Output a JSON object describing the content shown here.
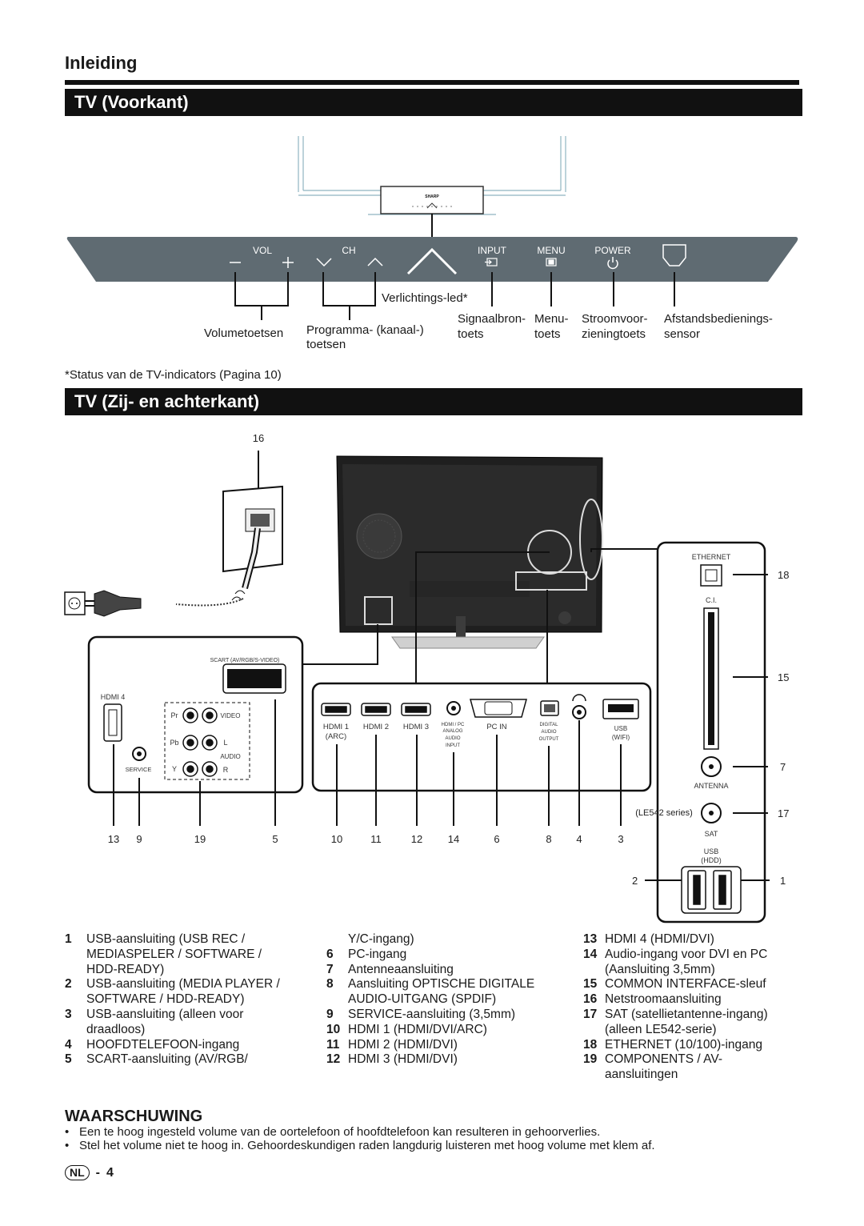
{
  "section_label": "Inleiding",
  "front": {
    "title": "TV (Voorkant)",
    "panel_labels": {
      "vol": "VOL",
      "ch": "CH",
      "input": "INPUT",
      "menu": "MENU",
      "power": "POWER"
    },
    "brand": "SHARP",
    "callouts": {
      "led": "Verlichtings-led*",
      "volume": "Volumetoetsen",
      "program_1": "Programma- (kanaal-)",
      "program_2": "toetsen",
      "input_1": "Signaalbron-",
      "input_2": "toets",
      "menu_1": "Menu-",
      "menu_2": "toets",
      "power_1": "Stroomvoor-",
      "power_2": "zieningtoets",
      "sensor_1": "Afstandsbedienings-",
      "sensor_2": "sensor"
    },
    "footnote": "*Status van de TV-indicators (Pagina 10)"
  },
  "rear": {
    "title": "TV (Zij- en achterkant)",
    "left_panel": {
      "scart": "SCART (AV/RGB/S-VIDEO)",
      "hdmi4": "HDMI 4",
      "pr": "Pr",
      "pb": "Pb",
      "y": "Y",
      "video": "VIDEO",
      "l": "L",
      "audio": "AUDIO",
      "r": "R",
      "service": "SERVICE"
    },
    "bottom_panel": {
      "hdmi1": "HDMI 1",
      "arc": "(ARC)",
      "hdmi2": "HDMI 2",
      "hdmi3": "HDMI 3",
      "hdmi_pc_1": "HDMI / PC",
      "hdmi_pc_2": "ANALOG",
      "hdmi_pc_3": "AUDIO",
      "hdmi_pc_4": "INPUT",
      "pcin": "PC IN",
      "digital_1": "DIGITAL",
      "digital_2": "AUDIO",
      "digital_3": "OUTPUT",
      "usb": "USB",
      "wifi": "(WIFI)"
    },
    "side_panel": {
      "ethernet": "ETHERNET",
      "ci": "C.I.",
      "antenna": "ANTENNA",
      "series": "(LE542   series)",
      "sat": "SAT",
      "usb": "USB",
      "hdd": "(HDD)"
    },
    "numbers": {
      "n16": "16",
      "n18": "18",
      "n15": "15",
      "n7": "7",
      "n17": "17",
      "n2": "2",
      "n1": "1",
      "n13": "13",
      "n9": "9",
      "n19": "19",
      "n5": "5",
      "n10": "10",
      "n11": "11",
      "n12": "12",
      "n14": "14",
      "n6": "6",
      "n8": "8",
      "n4": "4",
      "n3": "3"
    }
  },
  "legend": {
    "col1": [
      {
        "num": "1",
        "lines": [
          "USB-aansluiting (USB REC /",
          "MEDIASPELER / SOFTWARE /",
          "HDD-READY)"
        ]
      },
      {
        "num": "2",
        "lines": [
          "USB-aansluiting (MEDIA PLAYER /",
          "SOFTWARE / HDD-READY)"
        ]
      },
      {
        "num": "3",
        "lines": [
          "USB-aansluiting (alleen voor",
          "draadloos)"
        ]
      },
      {
        "num": "4",
        "lines": [
          "HOOFDTELEFOON-ingang"
        ]
      },
      {
        "num": "5",
        "lines": [
          "SCART-aansluiting (AV/RGB/"
        ]
      }
    ],
    "col2": [
      {
        "num": "",
        "lines": [
          "Y/C-ingang)"
        ]
      },
      {
        "num": "6",
        "lines": [
          "PC-ingang"
        ]
      },
      {
        "num": "7",
        "lines": [
          "Antenneaansluiting"
        ]
      },
      {
        "num": "8",
        "lines": [
          "Aansluiting OPTISCHE DIGITALE",
          "AUDIO-UITGANG (SPDIF)"
        ]
      },
      {
        "num": "9",
        "lines": [
          "SERVICE-aansluiting (3,5mm)"
        ]
      },
      {
        "num": "10",
        "lines": [
          "HDMI 1 (HDMI/DVI/ARC)"
        ]
      },
      {
        "num": "11",
        "lines": [
          "HDMI 2 (HDMI/DVI)"
        ]
      },
      {
        "num": "12",
        "lines": [
          "HDMI 3 (HDMI/DVI)"
        ]
      }
    ],
    "col3": [
      {
        "num": "13",
        "lines": [
          "HDMI 4 (HDMI/DVI)"
        ]
      },
      {
        "num": "14",
        "lines": [
          "Audio-ingang voor DVI en PC",
          "(Aansluiting 3,5mm)"
        ]
      },
      {
        "num": "15",
        "lines": [
          "COMMON INTERFACE-sleuf"
        ]
      },
      {
        "num": "16",
        "lines": [
          "Netstroomaansluiting"
        ]
      },
      {
        "num": "17",
        "lines": [
          "SAT (satellietantenne-ingang)",
          "(alleen LE542-serie)"
        ]
      },
      {
        "num": "18",
        "lines": [
          "ETHERNET (10/100)-ingang"
        ]
      },
      {
        "num": "19",
        "lines": [
          "COMPONENTS / AV-",
          "aansluitingen"
        ]
      }
    ]
  },
  "warning": {
    "title": "WAARSCHUWING",
    "bullets": [
      "Een te hoog ingesteld volume van de oortelefoon of hoofdtelefoon kan resulteren in gehoorverlies.",
      "Stel het volume niet te hoog in. Gehoordeskundigen raden langdurig luisteren met hoog volume met klem af."
    ]
  },
  "page": {
    "lang": "NL",
    "sep": "-",
    "number": "4"
  }
}
